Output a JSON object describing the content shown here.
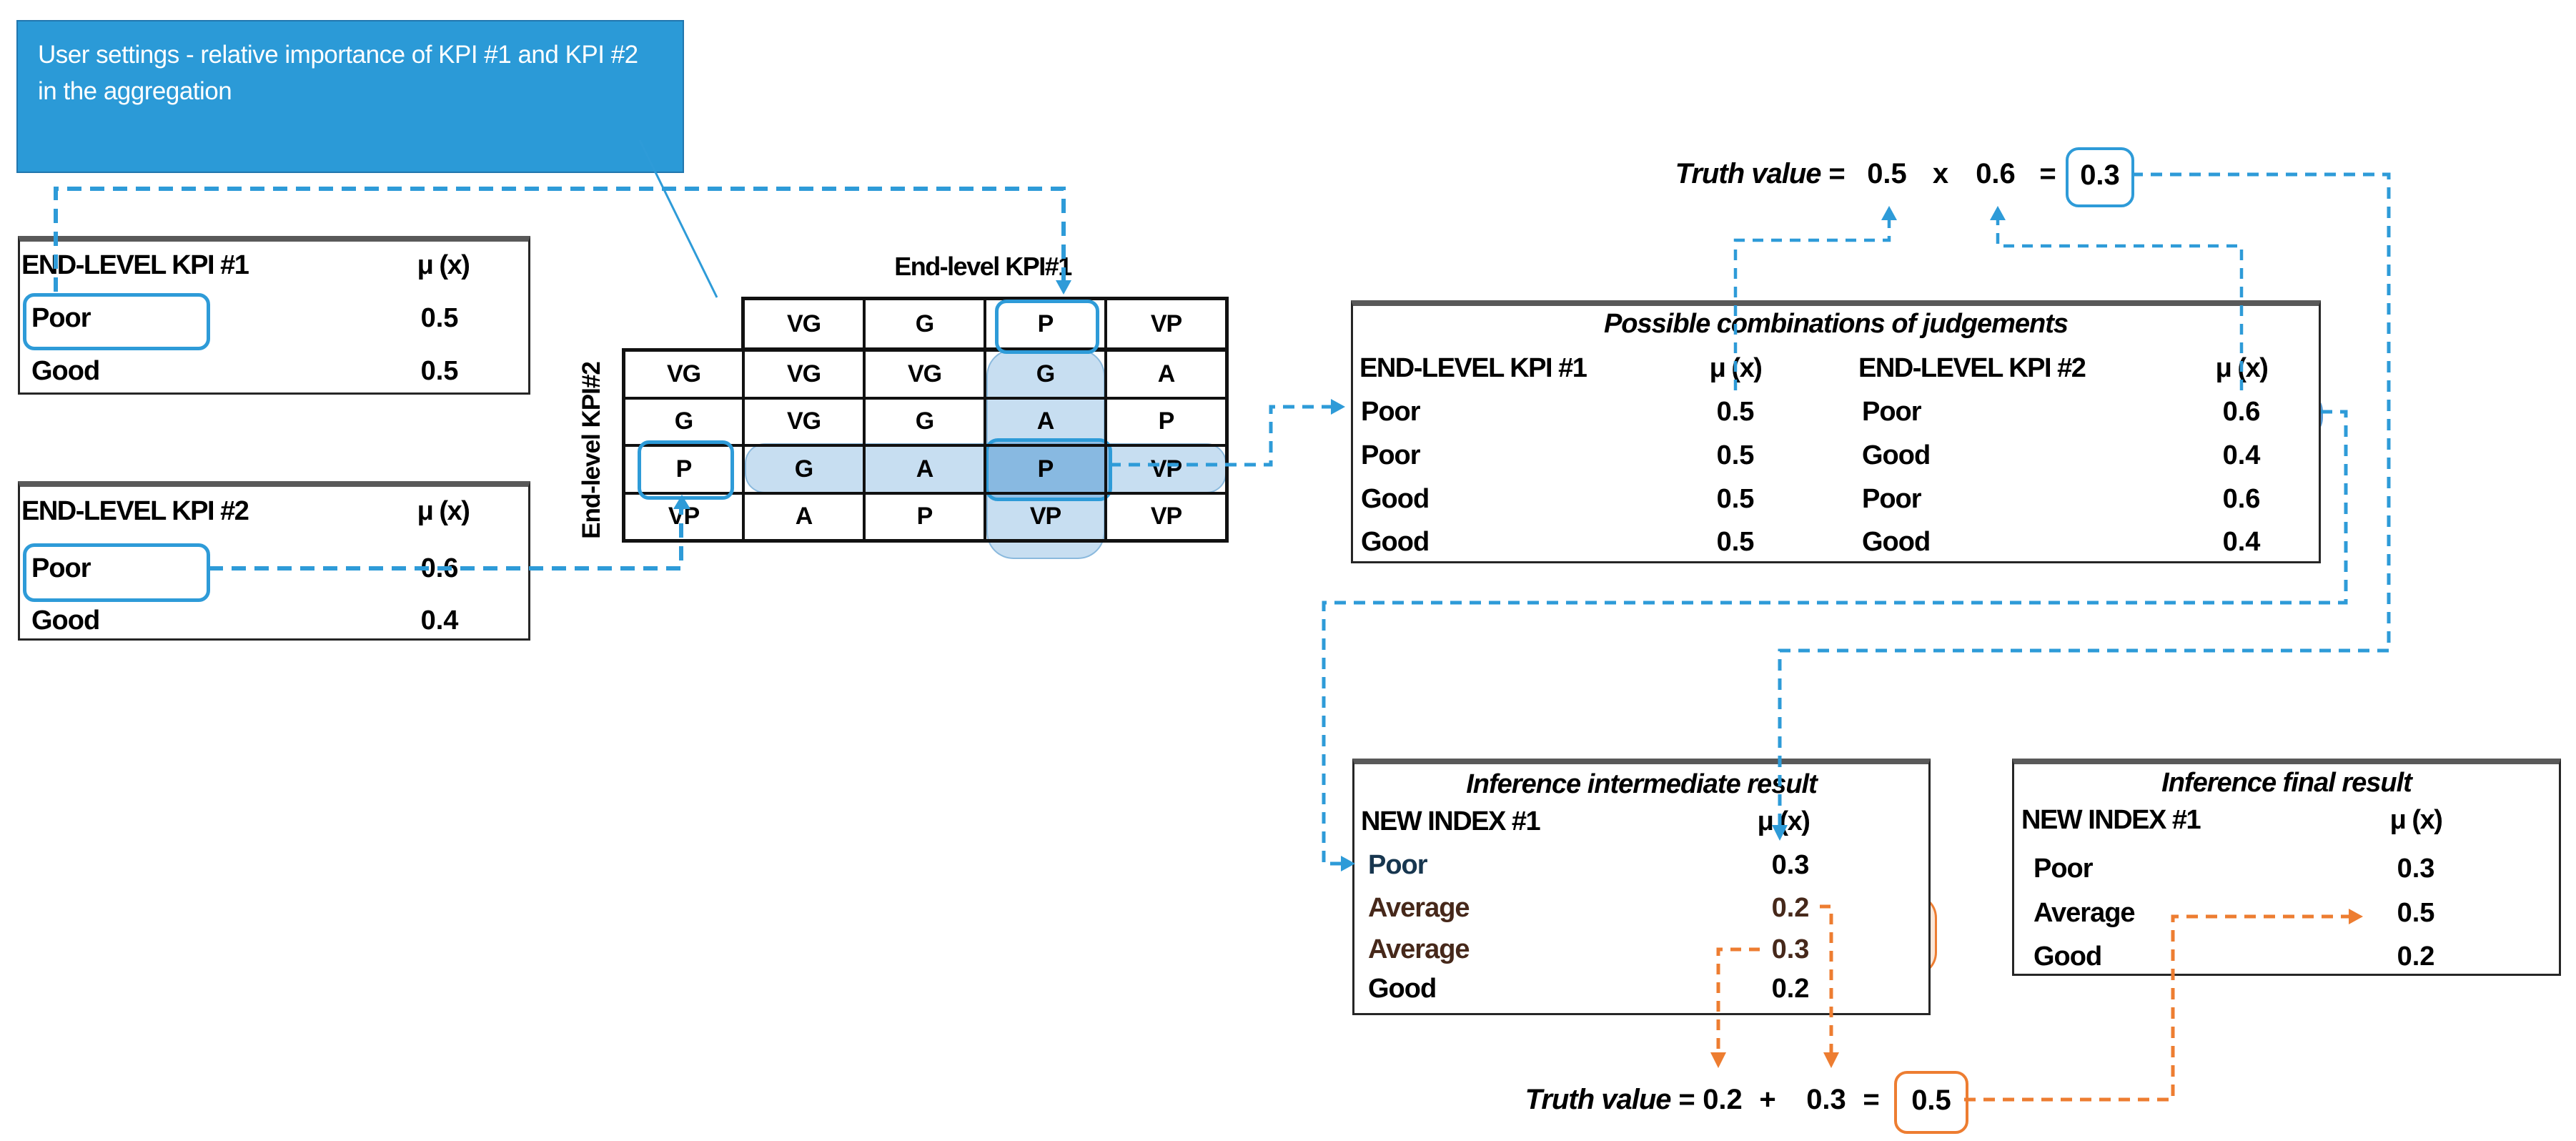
{
  "callout": {
    "text": "User settings - relative importance of KPI #1 and KPI #2 in the aggregation"
  },
  "mu_header": "μ (x)",
  "kpi1": {
    "title": "END-LEVEL KPI #1",
    "rows": [
      {
        "label": "Poor",
        "value": "0.5"
      },
      {
        "label": "Good",
        "value": "0.5"
      }
    ]
  },
  "kpi2": {
    "title": "END-LEVEL KPI #2",
    "rows": [
      {
        "label": "Poor",
        "value": "0.6"
      },
      {
        "label": "Good",
        "value": "0.4"
      }
    ]
  },
  "matrix": {
    "col_title": "End-level KPI#1",
    "row_title": "End-level KPI#2",
    "col_headers": [
      "VG",
      "G",
      "P",
      "VP"
    ],
    "row_headers": [
      "VG",
      "G",
      "P",
      "VP"
    ],
    "cells": [
      [
        "VG",
        "VG",
        "G",
        "A"
      ],
      [
        "VG",
        "G",
        "A",
        "P"
      ],
      [
        "G",
        "A",
        "P",
        "VP"
      ],
      [
        "A",
        "P",
        "VP",
        "VP"
      ]
    ]
  },
  "combos": {
    "title": "Possible combinations of judgements",
    "headers": {
      "kpi1": "END-LEVEL KPI #1",
      "mu1": "μ (x)",
      "kpi2": "END-LEVEL KPI #2",
      "mu2": "μ (x)"
    },
    "rows": [
      {
        "kpi1": "Poor",
        "mu1": "0.5",
        "kpi2": "Poor",
        "mu2": "0.6"
      },
      {
        "kpi1": "Poor",
        "mu1": "0.5",
        "kpi2": "Good",
        "mu2": "0.4"
      },
      {
        "kpi1": "Good",
        "mu1": "0.5",
        "kpi2": "Poor",
        "mu2": "0.6"
      },
      {
        "kpi1": "Good",
        "mu1": "0.5",
        "kpi2": "Good",
        "mu2": "0.4"
      }
    ]
  },
  "truth_top": {
    "label": "Truth value =",
    "a": "0.5",
    "op": "x",
    "b": "0.6",
    "eq": "=",
    "result": "0.3"
  },
  "intermediate": {
    "title": "Inference intermediate result",
    "header": "NEW INDEX #1",
    "rows": [
      {
        "label": "Poor",
        "value": "0.3"
      },
      {
        "label": "Average",
        "value": "0.2"
      },
      {
        "label": "Average",
        "value": "0.3"
      },
      {
        "label": "Good",
        "value": "0.2"
      }
    ]
  },
  "final": {
    "title": "Inference final result",
    "header": "NEW INDEX #1",
    "rows": [
      {
        "label": "Poor",
        "value": "0.3"
      },
      {
        "label": "Average",
        "value": "0.5"
      },
      {
        "label": "Good",
        "value": "0.2"
      }
    ]
  },
  "truth_bottom": {
    "label": "Truth value =",
    "a": "0.2",
    "op": "+",
    "b": "0.3",
    "eq": "=",
    "result": "0.5"
  },
  "colors": {
    "blue": "#2E9BD8",
    "light_blue": "#BDD7EE",
    "orange": "#ED7D31",
    "light_orange": "#FBE5D6"
  }
}
